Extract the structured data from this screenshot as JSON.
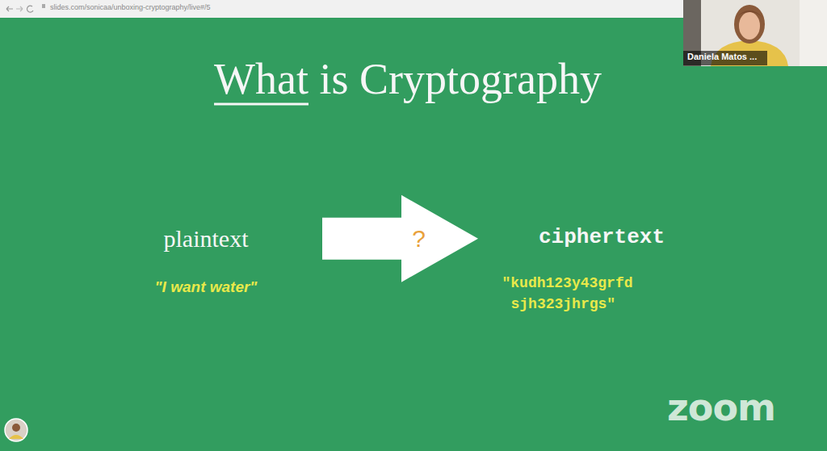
{
  "diagram": {
    "title": "What is Cryptography",
    "nodes": [
      {
        "text": [
          "plaintext",
          "\"I want water\""
        ]
      },
      {
        "text": [
          "ciphertext",
          "\"kudh123y43grfd sjh323jhrgs\""
        ]
      }
    ],
    "edges": [
      {
        "from": 0,
        "to": 1,
        "arrow": "to",
        "label": "?"
      }
    ],
    "labels": [
      "slides.com/sonicaa/unboxing-cryptography/live#/5",
      "Daniela Matos ...",
      "zoom"
    ]
  }
}
